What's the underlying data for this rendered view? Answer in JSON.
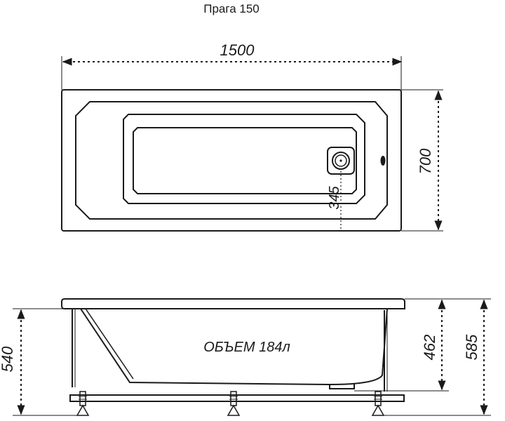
{
  "title": "Прага 150",
  "top_view": {
    "length_label": "1500",
    "width_label": "700",
    "drain_offset_label": "345"
  },
  "side_view": {
    "volume_label": "ОБЪЕМ 184л",
    "height_left_label": "540",
    "height_inner_label": "462",
    "height_total_label": "585"
  },
  "colors": {
    "line": "#1a1a1a",
    "background": "#ffffff"
  }
}
